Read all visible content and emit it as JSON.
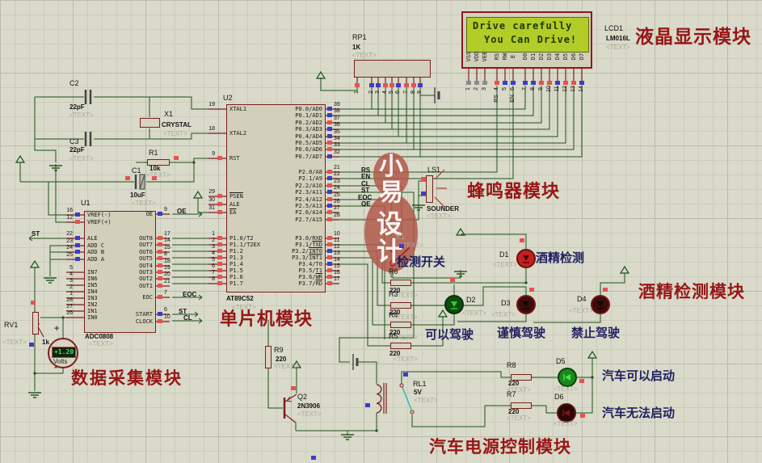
{
  "colors": {
    "wire": "#1a521a",
    "outline": "#7a1f1f",
    "state_red": "#e8514f",
    "state_blue": "#3c3cc8",
    "state_gray": "#8c8c8c",
    "module_label": "#971616",
    "caption_label": "#202060",
    "watermark": "#b0584a",
    "lcd_screen": "#b2cc28",
    "grid_bg": "#d9dac9"
  },
  "placeholder": "<TEXT>",
  "watermark": {
    "chars": [
      "小",
      "易",
      "设",
      "计"
    ]
  },
  "module_labels": {
    "lcd": "液晶显示模块",
    "buzzer": "蜂鸣器模块",
    "alcohol": "酒精检测模块",
    "mcu": "单片机模块",
    "daq": "数据采集模块",
    "power": "汽车电源控制模块"
  },
  "captions": {
    "k1": "检测开关",
    "d1": "酒精检测",
    "d2": "可以驾驶",
    "d3": "谨慎驾驶",
    "d4": "禁止驾驶",
    "d5": "汽车可以启动",
    "d6": "汽车无法启动"
  },
  "net_labels": {
    "rs": "RS",
    "en": "EN",
    "cl": "CL",
    "st": "ST",
    "eoc": "EOC",
    "oe": "OE"
  },
  "lcd": {
    "ref": "LCD1",
    "model": "LM016L",
    "line1": "Drive  carefully",
    "line2": "You Can Drive!",
    "pin_names": [
      "VSS",
      "VDD",
      "VEE",
      "RS",
      "RW",
      "E",
      "D0",
      "D1",
      "D2",
      "D3",
      "D4",
      "D5",
      "D6",
      "D7"
    ],
    "pin_numbers": [
      "1",
      "2",
      "3",
      "4",
      "5",
      "6",
      "7",
      "8",
      "9",
      "10",
      "11",
      "12",
      "13",
      "14"
    ],
    "pin_states": [
      "gray",
      "gray",
      "gray",
      "red",
      "blue",
      "blue",
      "blue",
      "blue",
      "red",
      "red",
      "blue",
      "red",
      "red",
      "blue"
    ],
    "wire_tags": [
      "RS",
      "EN"
    ]
  },
  "rp1": {
    "ref": "RP1",
    "value": "1K",
    "pin_numbers": [
      "1",
      "2",
      "3",
      "4",
      "5",
      "6",
      "7",
      "8",
      "9"
    ],
    "pin_states": [
      "red",
      "blue",
      "blue",
      "red",
      "red",
      "blue",
      "red",
      "red",
      "blue"
    ]
  },
  "u2": {
    "ref": "U2",
    "part": "AT89C52",
    "left_pins": [
      {
        "num": "19",
        "name": "XTAL1"
      },
      {
        "num": "18",
        "name": "XTAL2"
      },
      {
        "num": "9",
        "name": "RST",
        "state": "red"
      },
      {
        "num": "29",
        "name": "",
        "bar": "PSEN",
        "state": "red"
      },
      {
        "num": "30",
        "name": "ALE",
        "state": "red"
      },
      {
        "num": "31",
        "name": "",
        "bar": "EA",
        "state": "red"
      },
      {
        "num": "1",
        "name": "P1.0/T2",
        "state": "red"
      },
      {
        "num": "2",
        "name": "P1.1/T2EX",
        "state": "red"
      },
      {
        "num": "3",
        "name": "P1.2",
        "state": "red"
      },
      {
        "num": "4",
        "name": "P1.3",
        "state": "red"
      },
      {
        "num": "5",
        "name": "P1.4",
        "state": "red"
      },
      {
        "num": "6",
        "name": "P1.5",
        "state": "red"
      },
      {
        "num": "7",
        "name": "P1.6",
        "state": "red"
      },
      {
        "num": "8",
        "name": "P1.7",
        "state": "red"
      }
    ],
    "right_pins": [
      {
        "num": "39",
        "name": "P0.0/AD0",
        "state": "blue"
      },
      {
        "num": "38",
        "name": "P0.1/AD1",
        "state": "blue"
      },
      {
        "num": "37",
        "name": "P0.2/AD2",
        "state": "red"
      },
      {
        "num": "36",
        "name": "P0.3/AD3",
        "state": "blue"
      },
      {
        "num": "35",
        "name": "P0.4/AD4",
        "state": "blue"
      },
      {
        "num": "34",
        "name": "P0.5/AD5",
        "state": "red"
      },
      {
        "num": "33",
        "name": "P0.6/AD6",
        "state": "red"
      },
      {
        "num": "32",
        "name": "P0.7/AD7",
        "state": "blue"
      },
      {
        "num": "21",
        "name": "P2.0/A8",
        "state": "red"
      },
      {
        "num": "22",
        "name": "P2.1/A9",
        "state": "blue"
      },
      {
        "num": "23",
        "name": "P2.2/A10",
        "state": "red"
      },
      {
        "num": "24",
        "name": "P2.3/A11",
        "state": "blue"
      },
      {
        "num": "25",
        "name": "P2.4/A12",
        "state": "red"
      },
      {
        "num": "26",
        "name": "P2.5/A13",
        "state": "blue"
      },
      {
        "num": "27",
        "name": "P2.6/A14",
        "state": "red"
      },
      {
        "num": "28",
        "name": "P2.7/A15",
        "state": "red"
      },
      {
        "num": "10",
        "name": "P3.0/RXD",
        "state": "red"
      },
      {
        "num": "11",
        "name": "P3.1/",
        "bar": "TXD",
        "state": "red"
      },
      {
        "num": "12",
        "name": "P3.2/",
        "bar": "INT0",
        "state": "blue"
      },
      {
        "num": "13",
        "name": "P3.3/",
        "bar": "INT1",
        "state": "red"
      },
      {
        "num": "14",
        "name": "P3.4/T0",
        "state": "blue"
      },
      {
        "num": "15",
        "name": "P3.5/T1",
        "state": "red"
      },
      {
        "num": "16",
        "name": "P3.6/",
        "bar": "WR",
        "state": "red"
      },
      {
        "num": "17",
        "name": "P3.7/",
        "bar": "RD",
        "state": "red"
      }
    ]
  },
  "u1": {
    "ref": "U1",
    "part": "ADC0808",
    "left_pins": [
      {
        "num": "16",
        "name": "VREF(-)",
        "state": "blue"
      },
      {
        "num": "12",
        "name": "VREF(+)",
        "state": "red"
      },
      {
        "num": "22",
        "name": "ALE",
        "state": "blue"
      },
      {
        "num": "23",
        "name": "ADD C",
        "state": "blue"
      },
      {
        "num": "24",
        "name": "ADD B",
        "state": "blue"
      },
      {
        "num": "25",
        "name": "ADD A",
        "state": "blue"
      },
      {
        "num": "5",
        "name": "IN7"
      },
      {
        "num": "4",
        "name": "IN6"
      },
      {
        "num": "3",
        "name": "IN5"
      },
      {
        "num": "2",
        "name": "IN4"
      },
      {
        "num": "1",
        "name": "IN3"
      },
      {
        "num": "28",
        "name": "IN2"
      },
      {
        "num": "27",
        "name": "IN1"
      },
      {
        "num": "26",
        "name": "IN0"
      }
    ],
    "right_pins": [
      {
        "num": "9",
        "name": "OE",
        "state": "blue"
      },
      {
        "num": "17",
        "name": "OUT8",
        "state": "red"
      },
      {
        "num": "14",
        "name": "OUT7",
        "state": "red"
      },
      {
        "num": "15",
        "name": "OUT6",
        "state": "red"
      },
      {
        "num": "8",
        "name": "OUT5",
        "state": "red"
      },
      {
        "num": "18",
        "name": "OUT4",
        "state": "red"
      },
      {
        "num": "19",
        "name": "OUT3",
        "state": "red"
      },
      {
        "num": "20",
        "name": "OUT2",
        "state": "red"
      },
      {
        "num": "21",
        "name": "OUT1",
        "state": "red"
      },
      {
        "num": "7",
        "name": "EOC",
        "state": "red"
      },
      {
        "num": "6",
        "name": "START",
        "state": "blue"
      },
      {
        "num": "10",
        "name": "CLOCK",
        "state": "red"
      }
    ]
  },
  "meter": {
    "reading": "+1.20",
    "unit": "Volts",
    "plus": "+",
    "minus": "-"
  },
  "parts": {
    "C2": {
      "ref": "C2",
      "value": "22pF"
    },
    "C3": {
      "ref": "C3",
      "value": "22pF"
    },
    "C1": {
      "ref": "C1",
      "value": "10uF"
    },
    "X1": {
      "ref": "X1",
      "value": "CRYSTAL"
    },
    "R1": {
      "ref": "R1",
      "value": "10k"
    },
    "R6": {
      "ref": "R6",
      "value": "220"
    },
    "R3": {
      "ref": "R3",
      "value": "220"
    },
    "R4": {
      "ref": "R4",
      "value": "220"
    },
    "R5": {
      "ref": "R5",
      "value": "220"
    },
    "R9": {
      "ref": "R9",
      "value": "220"
    },
    "R8": {
      "ref": "R8",
      "value": "220"
    },
    "R7": {
      "ref": "R7",
      "value": "220"
    },
    "Q2": {
      "ref": "Q2",
      "value": "2N3906"
    },
    "RL1": {
      "ref": "RL1",
      "value": "5V"
    },
    "RV1": {
      "ref": "RV1",
      "value": "1k"
    },
    "LS1": {
      "ref": "LS1",
      "value": "SOUNDER"
    },
    "K1": {
      "ref": "K1",
      "value": ""
    },
    "D1": {
      "ref": "D1"
    },
    "D2": {
      "ref": "D2"
    },
    "D3": {
      "ref": "D3"
    },
    "D4": {
      "ref": "D4"
    },
    "D5": {
      "ref": "D5"
    },
    "D6": {
      "ref": "D6"
    }
  }
}
